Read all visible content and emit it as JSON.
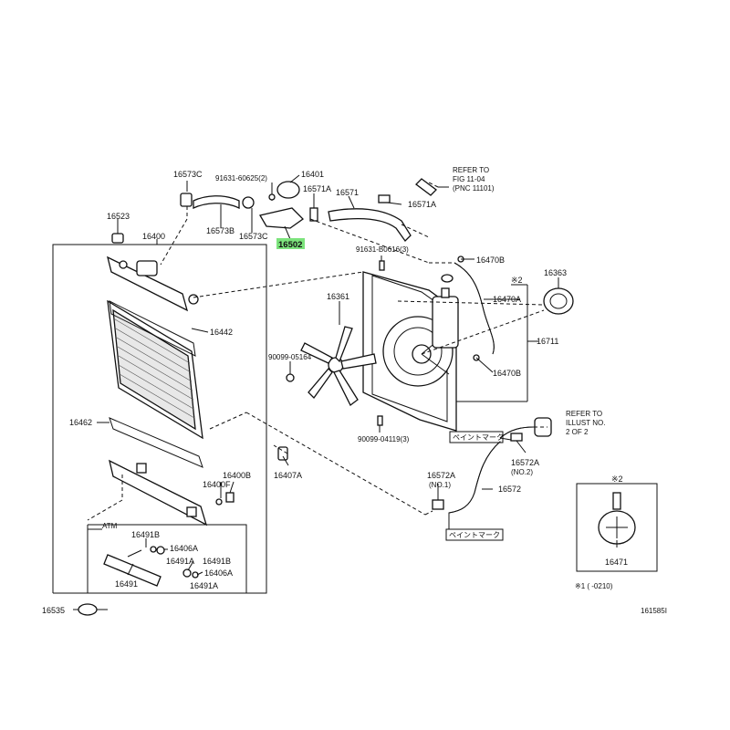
{
  "labels": {
    "p16573C_top": "16573C",
    "p91631_60625": "91631-60625(2)",
    "p16401": "16401",
    "p16571A_left": "16571A",
    "p16571": "16571",
    "refer_fig": "REFER TO",
    "refer_fig2": "FIG 11-04",
    "refer_fig3": "(PNC 11101)",
    "p16523": "16523",
    "p16400": "16400",
    "p16573B": "16573B",
    "p16573C_mid": "16573C",
    "p16502": "16502",
    "p16571A_right": "16571A",
    "p91631_B0616": "91631-B0616(3)",
    "p16470B_top": "16470B",
    "star2_top": "※2",
    "p16363": "16363",
    "p16361": "16361",
    "p16470A": "16470A",
    "p16442": "16442",
    "p16711": "16711",
    "p90099_05164": "90099-05164",
    "p16470B_bot": "16470B",
    "p16462": "16462",
    "p90099_04119": "90099-04119(3)",
    "paint_mark_top": "ペイントマーク",
    "refer_illust1": "REFER TO",
    "refer_illust2": "ILLUST NO.",
    "refer_illust3": "2 OF 2",
    "p16572A_right": "16572A",
    "no2": "(NO.2)",
    "p16400F": "16400F",
    "p16400B": "16400B",
    "p16407A": "16407A",
    "p16572A_left": "16572A",
    "no1": "(NO.1)",
    "p16572": "16572",
    "star2_box": "※2",
    "atm": "ATM",
    "p16491B_top": "16491B",
    "p16406A_top": "16406A",
    "p16491A": "16491A",
    "p16491B_mid": "16491B",
    "p16406A_bot": "16406A",
    "p16491": "16491",
    "p16491A_bot": "16491A",
    "paint_mark_bot": "ペイントマーク",
    "p16471": "16471",
    "footnote": "※1 (    -0210)",
    "p16535": "16535",
    "fig_code": "161585I"
  },
  "colors": {
    "highlight": "#7ce37c",
    "line": "#111111"
  }
}
